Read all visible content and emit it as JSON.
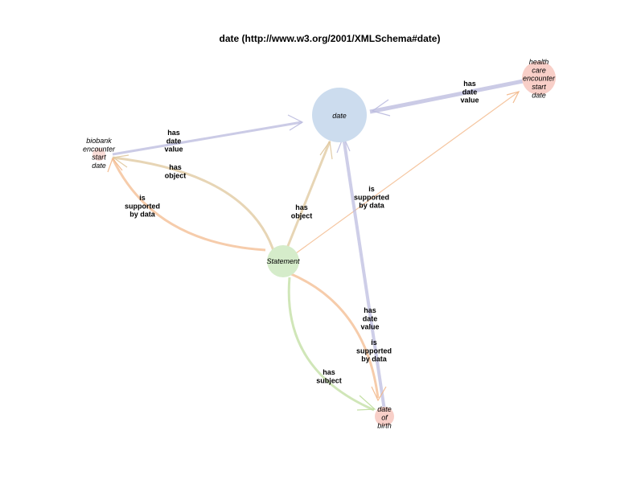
{
  "title": "date (http://www.w3.org/2001/XMLSchema#date)",
  "colors": {
    "date_node": "#ccdcee",
    "statement_node": "#d5ecca",
    "class_node": "#f8cfc8",
    "has_date_value": "#b9b9de",
    "has_object": "#dfc79c",
    "is_supported_by_data": "#f2b687",
    "has_subject": "#bcdc9a"
  },
  "nodes": {
    "date": {
      "lines": [
        "date"
      ]
    },
    "statement": {
      "lines": [
        "Statement"
      ]
    },
    "biobank": {
      "lines": [
        "biobank",
        "encounter",
        "start",
        "date"
      ]
    },
    "health": {
      "lines": [
        "health",
        "care",
        "encounter",
        "start",
        "date"
      ]
    },
    "birth": {
      "lines": [
        "date",
        "of",
        "birth"
      ]
    }
  },
  "edges": {
    "health_date": {
      "lines": [
        "has",
        "date",
        "value"
      ]
    },
    "biobank_date": {
      "lines": [
        "has",
        "date",
        "value"
      ]
    },
    "stmt_biobank_obj": {
      "lines": [
        "has",
        "object"
      ]
    },
    "stmt_biobank_sup": {
      "lines": [
        "is",
        "supported",
        "by data"
      ]
    },
    "stmt_date_obj": {
      "lines": [
        "has",
        "object"
      ]
    },
    "stmt_health_sup": {
      "lines": [
        "is",
        "supported",
        "by data"
      ]
    },
    "birth_date": {
      "lines": [
        "has",
        "date",
        "value"
      ]
    },
    "stmt_birth_sup": {
      "lines": [
        "is",
        "supported",
        "by data"
      ]
    },
    "stmt_birth_subj": {
      "lines": [
        "has",
        "subject"
      ]
    }
  }
}
